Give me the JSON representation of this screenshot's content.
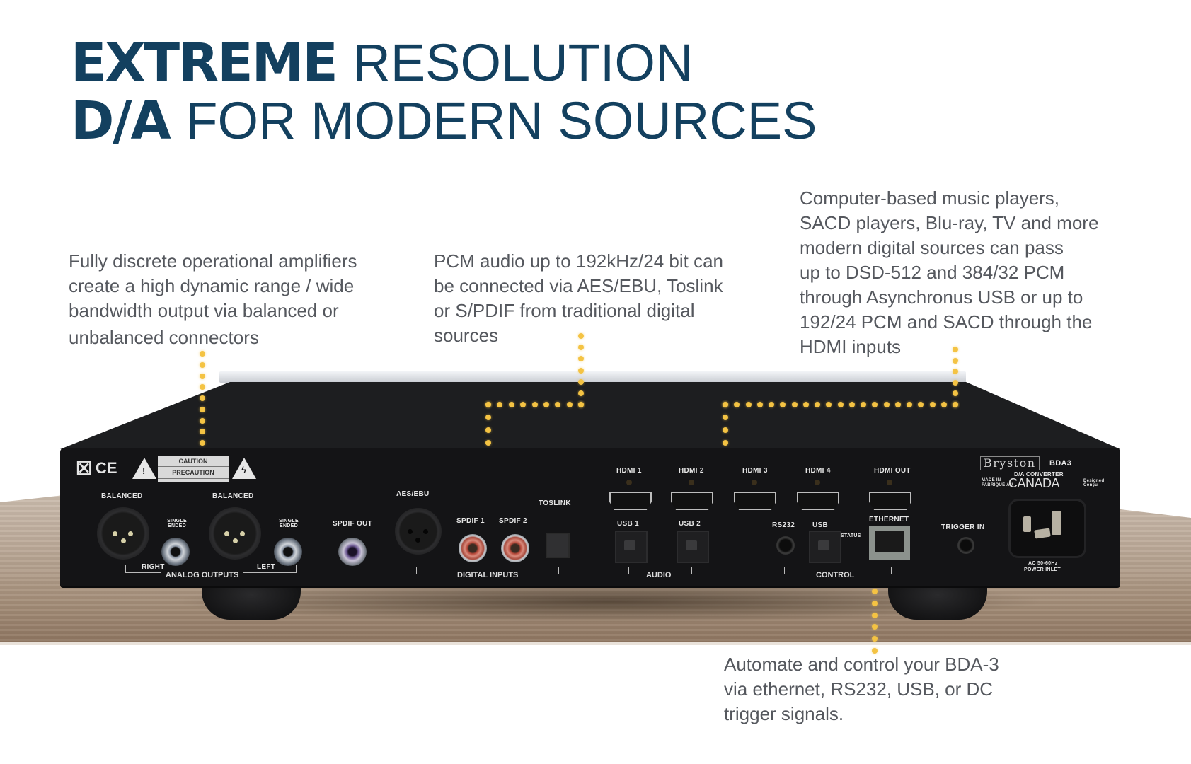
{
  "headline": {
    "line1_bold": "EXTREME",
    "line1_light": "RESOLUTION",
    "line2_bold": "D/A",
    "line2_light": "FOR MODERN SOURCES"
  },
  "callouts": {
    "analog": [
      "Fully discrete operational amplifiers",
      "create a high dynamic range / wide",
      "bandwidth output via balanced or",
      "unbalanced connectors"
    ],
    "digital": [
      "PCM audio up to 192kHz/24 bit can",
      "be connected via AES/EBU, Toslink",
      "or S/PDIF from traditional digital",
      "sources"
    ],
    "modern": [
      "Computer-based music players,",
      "SACD players, Blu-ray, TV and more",
      "modern digital sources can pass",
      "up to  DSD-512 and 384/32 PCM",
      "through Asynchronus USB or up to",
      "192/24 PCM and SACD through the",
      "HDMI inputs"
    ],
    "control": [
      "Automate and control your BDA-3",
      "via ethernet, RS232, USB, or DC",
      "trigger signals."
    ]
  },
  "device": {
    "compliance": {
      "weee": "☒",
      "ce": "CE",
      "warning": "!",
      "shock": "ϟ",
      "caution": "CAUTION",
      "precaution": "PRECAUTION"
    },
    "analog": {
      "balanced_right": "BALANCED",
      "balanced_left": "BALANCED",
      "single_ended_right": "SINGLE ENDED",
      "single_ended_left": "SINGLE ENDED",
      "right": "RIGHT",
      "left": "LEFT",
      "group": "ANALOG OUTPUTS"
    },
    "spdif_out": "SPDIF OUT",
    "digital": {
      "aes": "AES/EBU",
      "spdif1": "SPDIF 1",
      "spdif2": "SPDIF 2",
      "toslink": "TOSLINK",
      "group": "DIGITAL INPUTS"
    },
    "hdmi": [
      "HDMI 1",
      "HDMI 2",
      "HDMI 3",
      "HDMI 4",
      "HDMI OUT"
    ],
    "audio_usb": {
      "usb1": "USB 1",
      "usb2": "USB 2",
      "group": "AUDIO"
    },
    "control": {
      "rs232": "RS232",
      "usb": "USB",
      "status": "STATUS",
      "ethernet": "ETHERNET",
      "group": "CONTROL"
    },
    "trigger": "TRIGGER IN",
    "brand": {
      "logo": "Bryston",
      "model": "BDA3",
      "type": "D/A CONVERTER",
      "made_in": "MADE IN",
      "fabrique_au": "FABRIQUÉ AU",
      "country": "CANADA",
      "suffix": "Designed Conçu"
    },
    "power": {
      "spec": "AC 50-60Hz",
      "label": "POWER INLET"
    }
  },
  "colors": {
    "headline": "#13405f",
    "body_text": "#55585e",
    "dots": "#f4c343",
    "device": "#141416"
  }
}
